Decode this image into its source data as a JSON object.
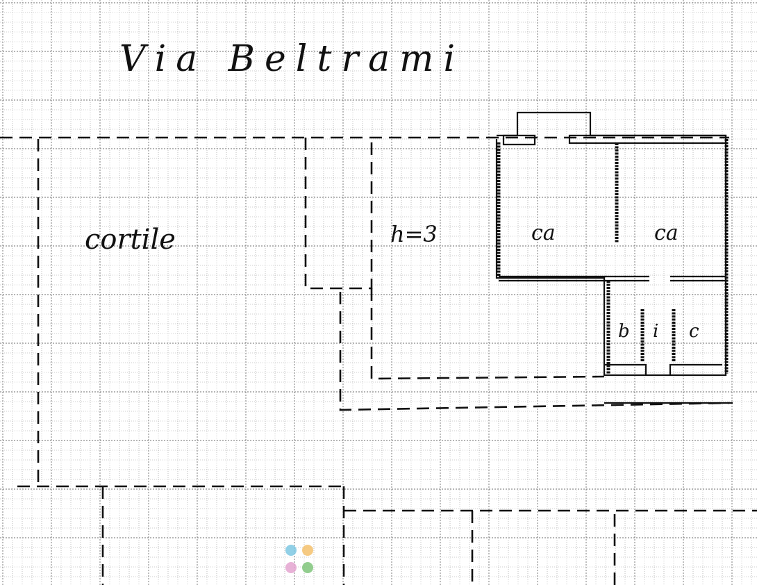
{
  "plan": {
    "street_label": "Via Beltrami",
    "courtyard_label": "cortile",
    "height_label": "h=3",
    "rooms": [
      {
        "label": "ca"
      },
      {
        "label": "ca"
      },
      {
        "label": "b"
      },
      {
        "label": "i"
      },
      {
        "label": "c"
      }
    ]
  },
  "watermark": {
    "colors": [
      "#7ec8e3",
      "#f5c16c",
      "#e4a5d0",
      "#7fc47a"
    ]
  }
}
